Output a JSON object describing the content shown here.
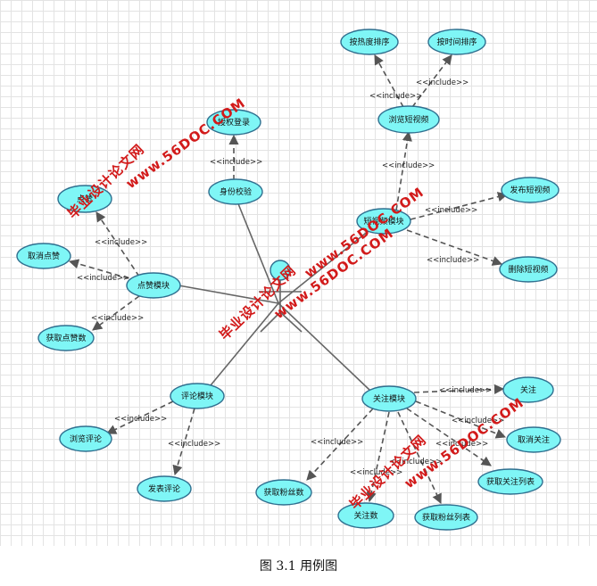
{
  "nodes": {
    "by_heat": "按热度排序",
    "by_time": "按时间排序",
    "browse_videos": "浏览短视频",
    "authorize_login": "授权登录",
    "identity_check": "身份校验",
    "like": "点赞",
    "short_video_module": "短视频模块",
    "publish_video": "发布短视频",
    "delete_video": "删除短视频",
    "cancel_like": "取消点赞",
    "like_module": "点赞模块",
    "get_like_count": "获取点赞数",
    "comment_module": "评论模块",
    "browse_comments": "浏览评论",
    "post_comment": "发表评论",
    "follow_module": "关注模块",
    "follow": "关注",
    "unfollow": "取消关注",
    "get_follow_list": "获取关注列表",
    "get_fans_count": "获取粉丝数",
    "follow_count": "关注数",
    "get_fans_list": "获取粉丝列表"
  },
  "include_label": "<<include>>",
  "watermark": {
    "line1": "毕业设计论文网",
    "line2": "www.56DOC.COM"
  },
  "caption": "图 3.1  用例图"
}
